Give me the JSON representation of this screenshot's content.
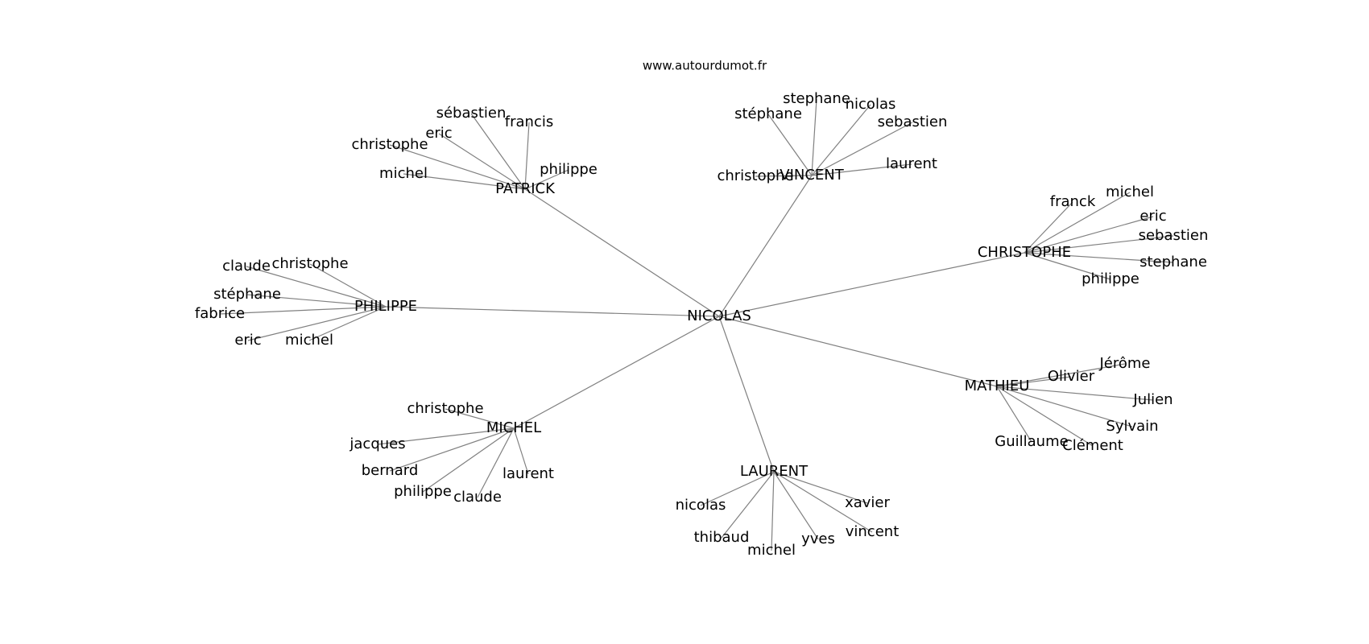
{
  "source": "www.autourdumot.fr",
  "graph": {
    "center": "NICOLAS",
    "clusters": [
      {
        "hub": "PATRICK",
        "leaves": [
          "sébastien",
          "francis",
          "eric",
          "christophe",
          "michel",
          "philippe"
        ]
      },
      {
        "hub": "VINCENT",
        "leaves": [
          "stephane",
          "nicolas",
          "stéphane",
          "sebastien",
          "laurent",
          "christophe"
        ]
      },
      {
        "hub": "CHRISTOPHE",
        "leaves": [
          "franck",
          "michel",
          "eric",
          "sebastien",
          "stephane",
          "philippe"
        ]
      },
      {
        "hub": "PHILIPPE",
        "leaves": [
          "claude",
          "christophe",
          "stéphane",
          "fabrice",
          "eric",
          "michel"
        ]
      },
      {
        "hub": "MATHIEU",
        "leaves": [
          "Jérôme",
          "Olivier",
          "Julien",
          "Sylvain",
          "Guillaume",
          "Clément"
        ]
      },
      {
        "hub": "MICHEL",
        "leaves": [
          "christophe",
          "jacques",
          "bernard",
          "philippe",
          "claude",
          "laurent"
        ]
      },
      {
        "hub": "LAURENT",
        "leaves": [
          "nicolas",
          "xavier",
          "thibaud",
          "michel",
          "yves",
          "vincent"
        ]
      }
    ]
  }
}
